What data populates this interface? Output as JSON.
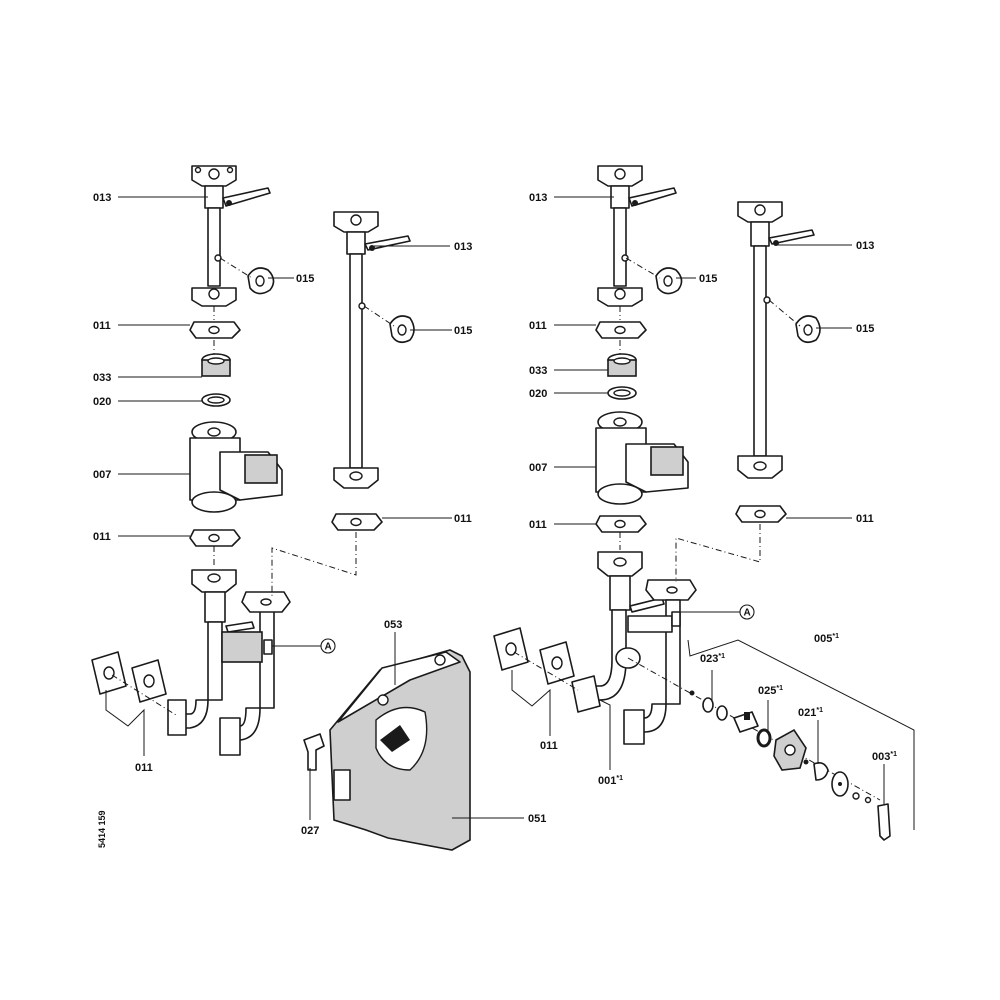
{
  "labels": {
    "p013": "013",
    "p015": "015",
    "p011": "011",
    "p033": "033",
    "p020": "020",
    "p007": "007",
    "p053": "053",
    "p051": "051",
    "p027": "027",
    "p005": "005",
    "p023": "023",
    "p025": "025",
    "p021": "021",
    "p003": "003",
    "p001": "001",
    "ref_a": "A",
    "variant_mark": "*1",
    "drawing_number": "5414 159"
  }
}
